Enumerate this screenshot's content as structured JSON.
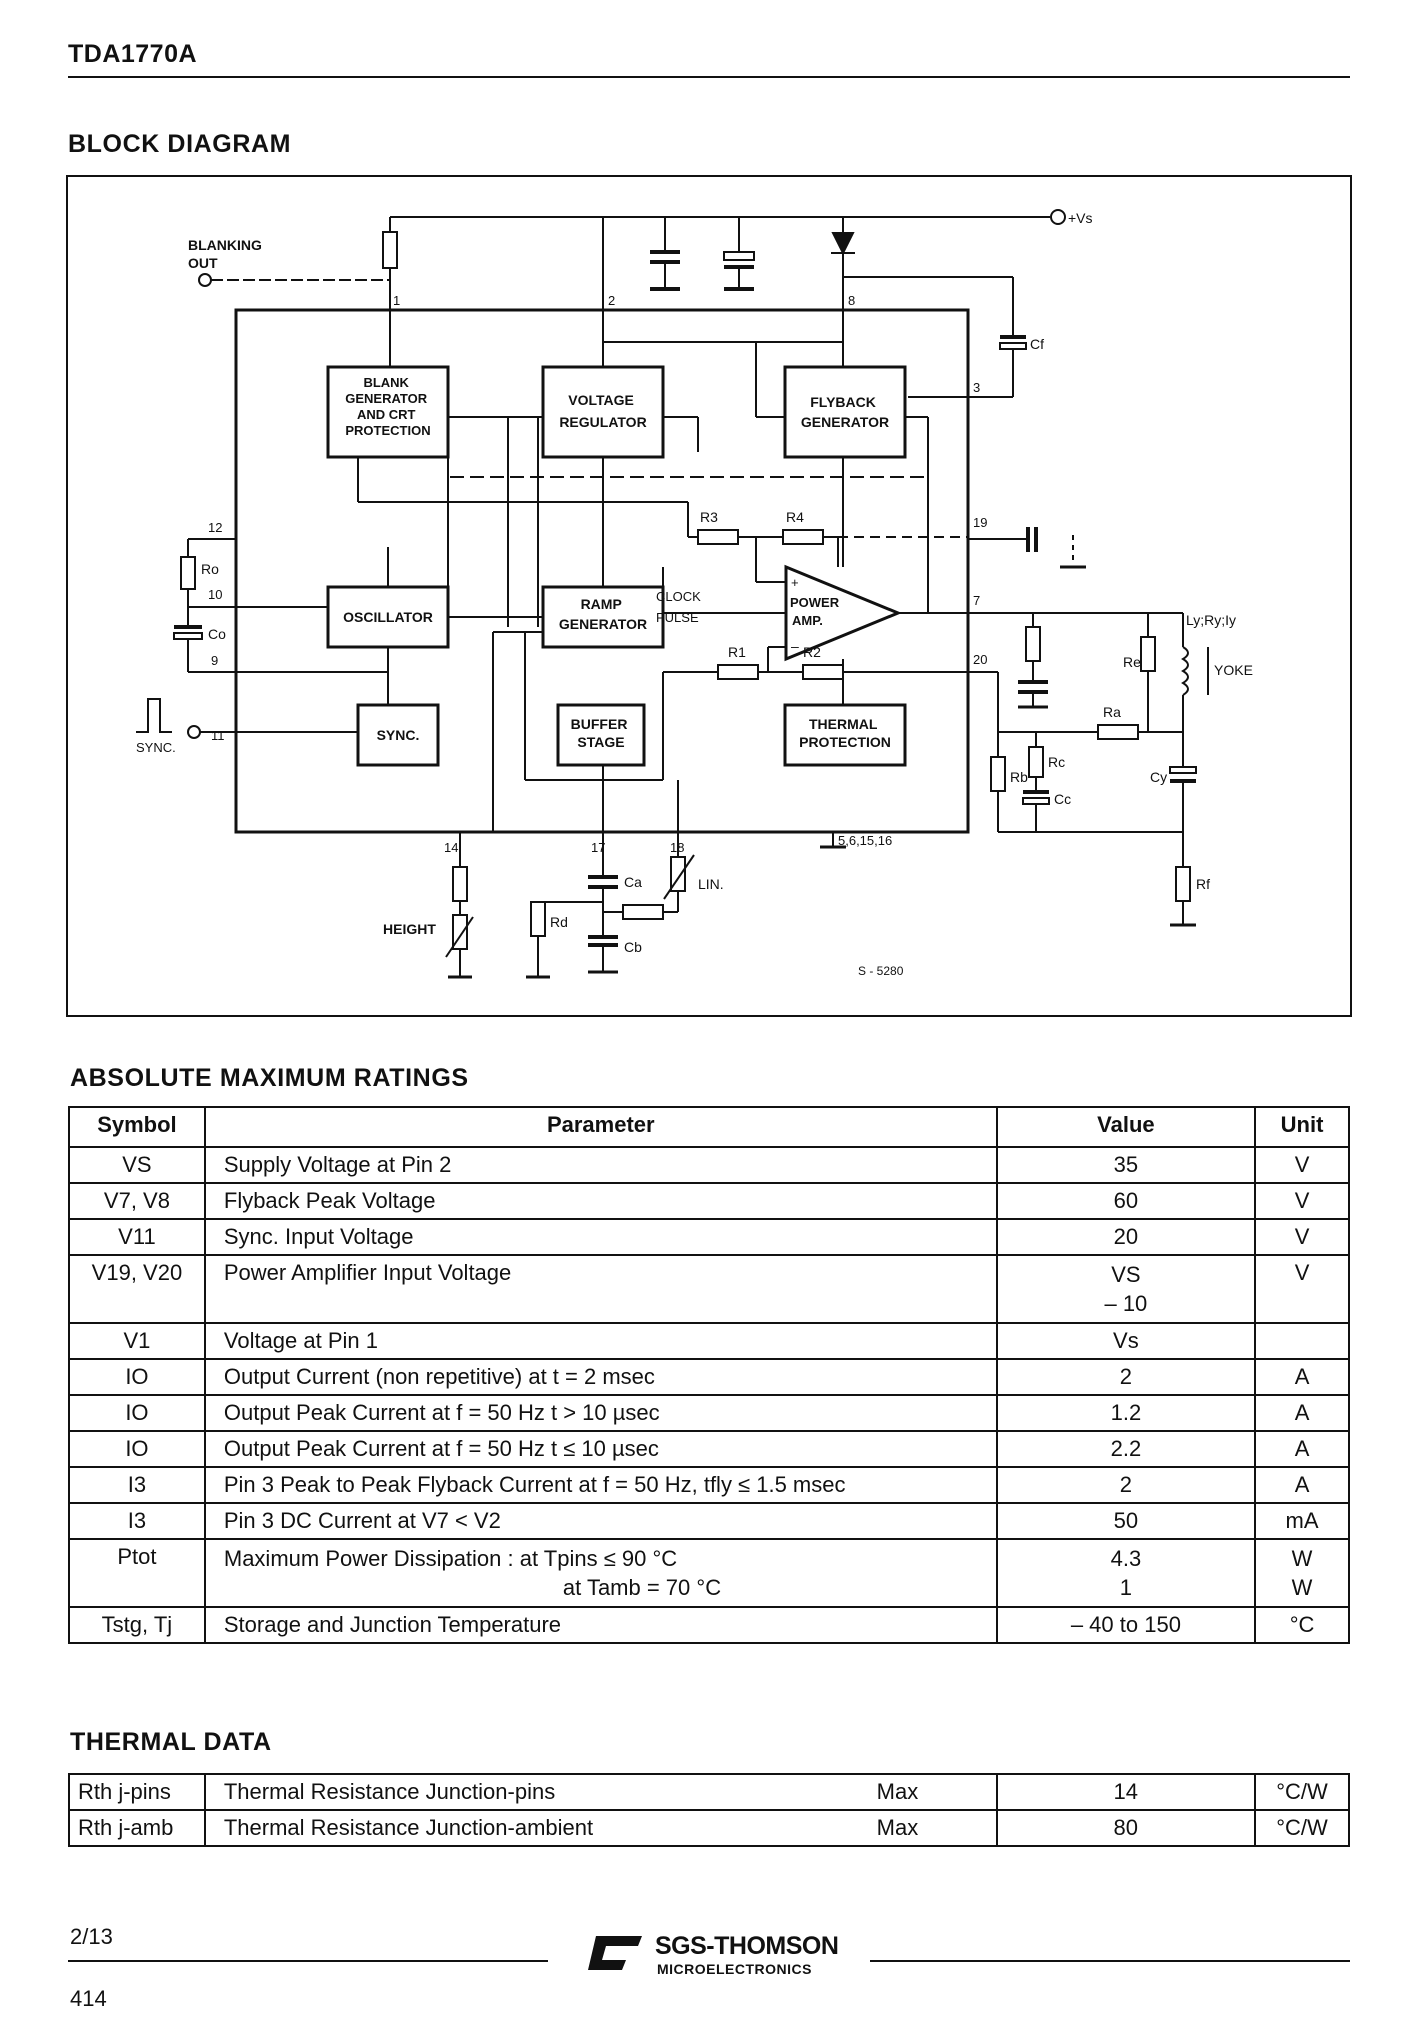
{
  "header": {
    "part": "TDA1770A"
  },
  "sections": {
    "block_diagram": "BLOCK DIAGRAM",
    "absolute_max": "ABSOLUTE MAXIMUM RATINGS",
    "thermal": "THERMAL DATA"
  },
  "diagram": {
    "blocks": {
      "blank": [
        "BLANK",
        "GENERATOR",
        "AND CRT",
        "PROTECTION"
      ],
      "voltage": [
        "VOLTAGE",
        "REGULATOR"
      ],
      "flyback": [
        "FLYBACK",
        "GENERATOR"
      ],
      "oscillator": [
        "OSCILLATOR"
      ],
      "ramp": [
        "RAMP",
        "GENERATOR"
      ],
      "power_amp": [
        "POWER",
        "AMP."
      ],
      "sync": [
        "SYNC."
      ],
      "buffer": [
        "BUFFER",
        "STAGE"
      ],
      "thermal": [
        "THERMAL",
        "PROTECTION"
      ]
    },
    "labels": {
      "blanking": "BLANKING",
      "out": "OUT",
      "vs": "+Vs",
      "sync_in": "SYNC.",
      "clock": "CLOCK",
      "pulse": "PULSE",
      "height": "HEIGHT",
      "lin": "LIN.",
      "yoke": "YOKE",
      "lyryly": "Ly;Ry;Iy",
      "ref": "S - 5280",
      "gnd_pins": "5,6,15,16"
    },
    "components": {
      "r3": "R3",
      "r4": "R4",
      "r1": "R1",
      "r2": "R2",
      "ro": "Ro",
      "co": "Co",
      "cf": "Cf",
      "ca": "Ca",
      "cb": "Cb",
      "rd": "Rd",
      "re": "Re",
      "ra": "Ra",
      "rb": "Rb",
      "rc": "Rc",
      "cc": "Cc",
      "cy": "Cy",
      "rf": "Rf"
    },
    "pins": {
      "p1": "1",
      "p2": "2",
      "p8": "8",
      "p3": "3",
      "p12": "12",
      "p10": "10",
      "p9": "9",
      "p11": "11",
      "p19": "19",
      "p7": "7",
      "p20": "20",
      "p14": "14",
      "p17": "17",
      "p18": "18"
    }
  },
  "ratings": {
    "headers": [
      "Symbol",
      "Parameter",
      "Value",
      "Unit"
    ],
    "rows": [
      {
        "sym": "VS",
        "param": "Supply Voltage at Pin 2",
        "value": "35",
        "unit": "V"
      },
      {
        "sym": "V7, V8",
        "param": "Flyback Peak Voltage",
        "value": "60",
        "unit": "V"
      },
      {
        "sym": "V11",
        "param": "Sync. Input Voltage",
        "value": "20",
        "unit": "V"
      },
      {
        "sym": "V19, V20",
        "param": "Power Amplifier Input Voltage",
        "value": "VS",
        "value2": "– 10",
        "unit": "V"
      },
      {
        "sym": "V1",
        "param": "Voltage at Pin 1",
        "value": "Vs",
        "unit": ""
      },
      {
        "sym": "IO",
        "param": "Output Current (non repetitive) at t = 2 msec",
        "value": "2",
        "unit": "A"
      },
      {
        "sym": "IO",
        "param": "Output Peak Current at f = 50 Hz t > 10 µsec",
        "value": "1.2",
        "unit": "A"
      },
      {
        "sym": "IO",
        "param": "Output Peak Current at f = 50 Hz t ≤ 10 µsec",
        "value": "2.2",
        "unit": "A"
      },
      {
        "sym": "I3",
        "param": "Pin 3 Peak to Peak Flyback Current at f = 50 Hz, tfly ≤ 1.5 msec",
        "value": "2",
        "unit": "A"
      },
      {
        "sym": "I3",
        "param": "Pin 3 DC Current at V7 < V2",
        "value": "50",
        "unit": "mA"
      },
      {
        "sym": "Ptot",
        "param": "Maximum Power Dissipation : at Tpins ≤ 90 °C",
        "param2": "at Tamb = 70 °C",
        "value": "4.3",
        "value2": "1",
        "unit": "W",
        "unit2": "W"
      },
      {
        "sym": "Tstg, Tj",
        "param": "Storage and Junction Temperature",
        "value": "– 40 to 150",
        "unit": "°C"
      }
    ]
  },
  "thermal": {
    "rows": [
      {
        "sym": "Rth j-pins",
        "param": "Thermal Resistance Junction-pins",
        "lim": "Max",
        "value": "14",
        "unit": "°C/W"
      },
      {
        "sym": "Rth j-amb",
        "param": "Thermal Resistance Junction-ambient",
        "lim": "Max",
        "value": "80",
        "unit": "°C/W"
      }
    ]
  },
  "footer": {
    "page": "2/13",
    "code": "414",
    "brand": "SGS-THOMSON",
    "brand_sub": "MICROELECTRONICS"
  }
}
